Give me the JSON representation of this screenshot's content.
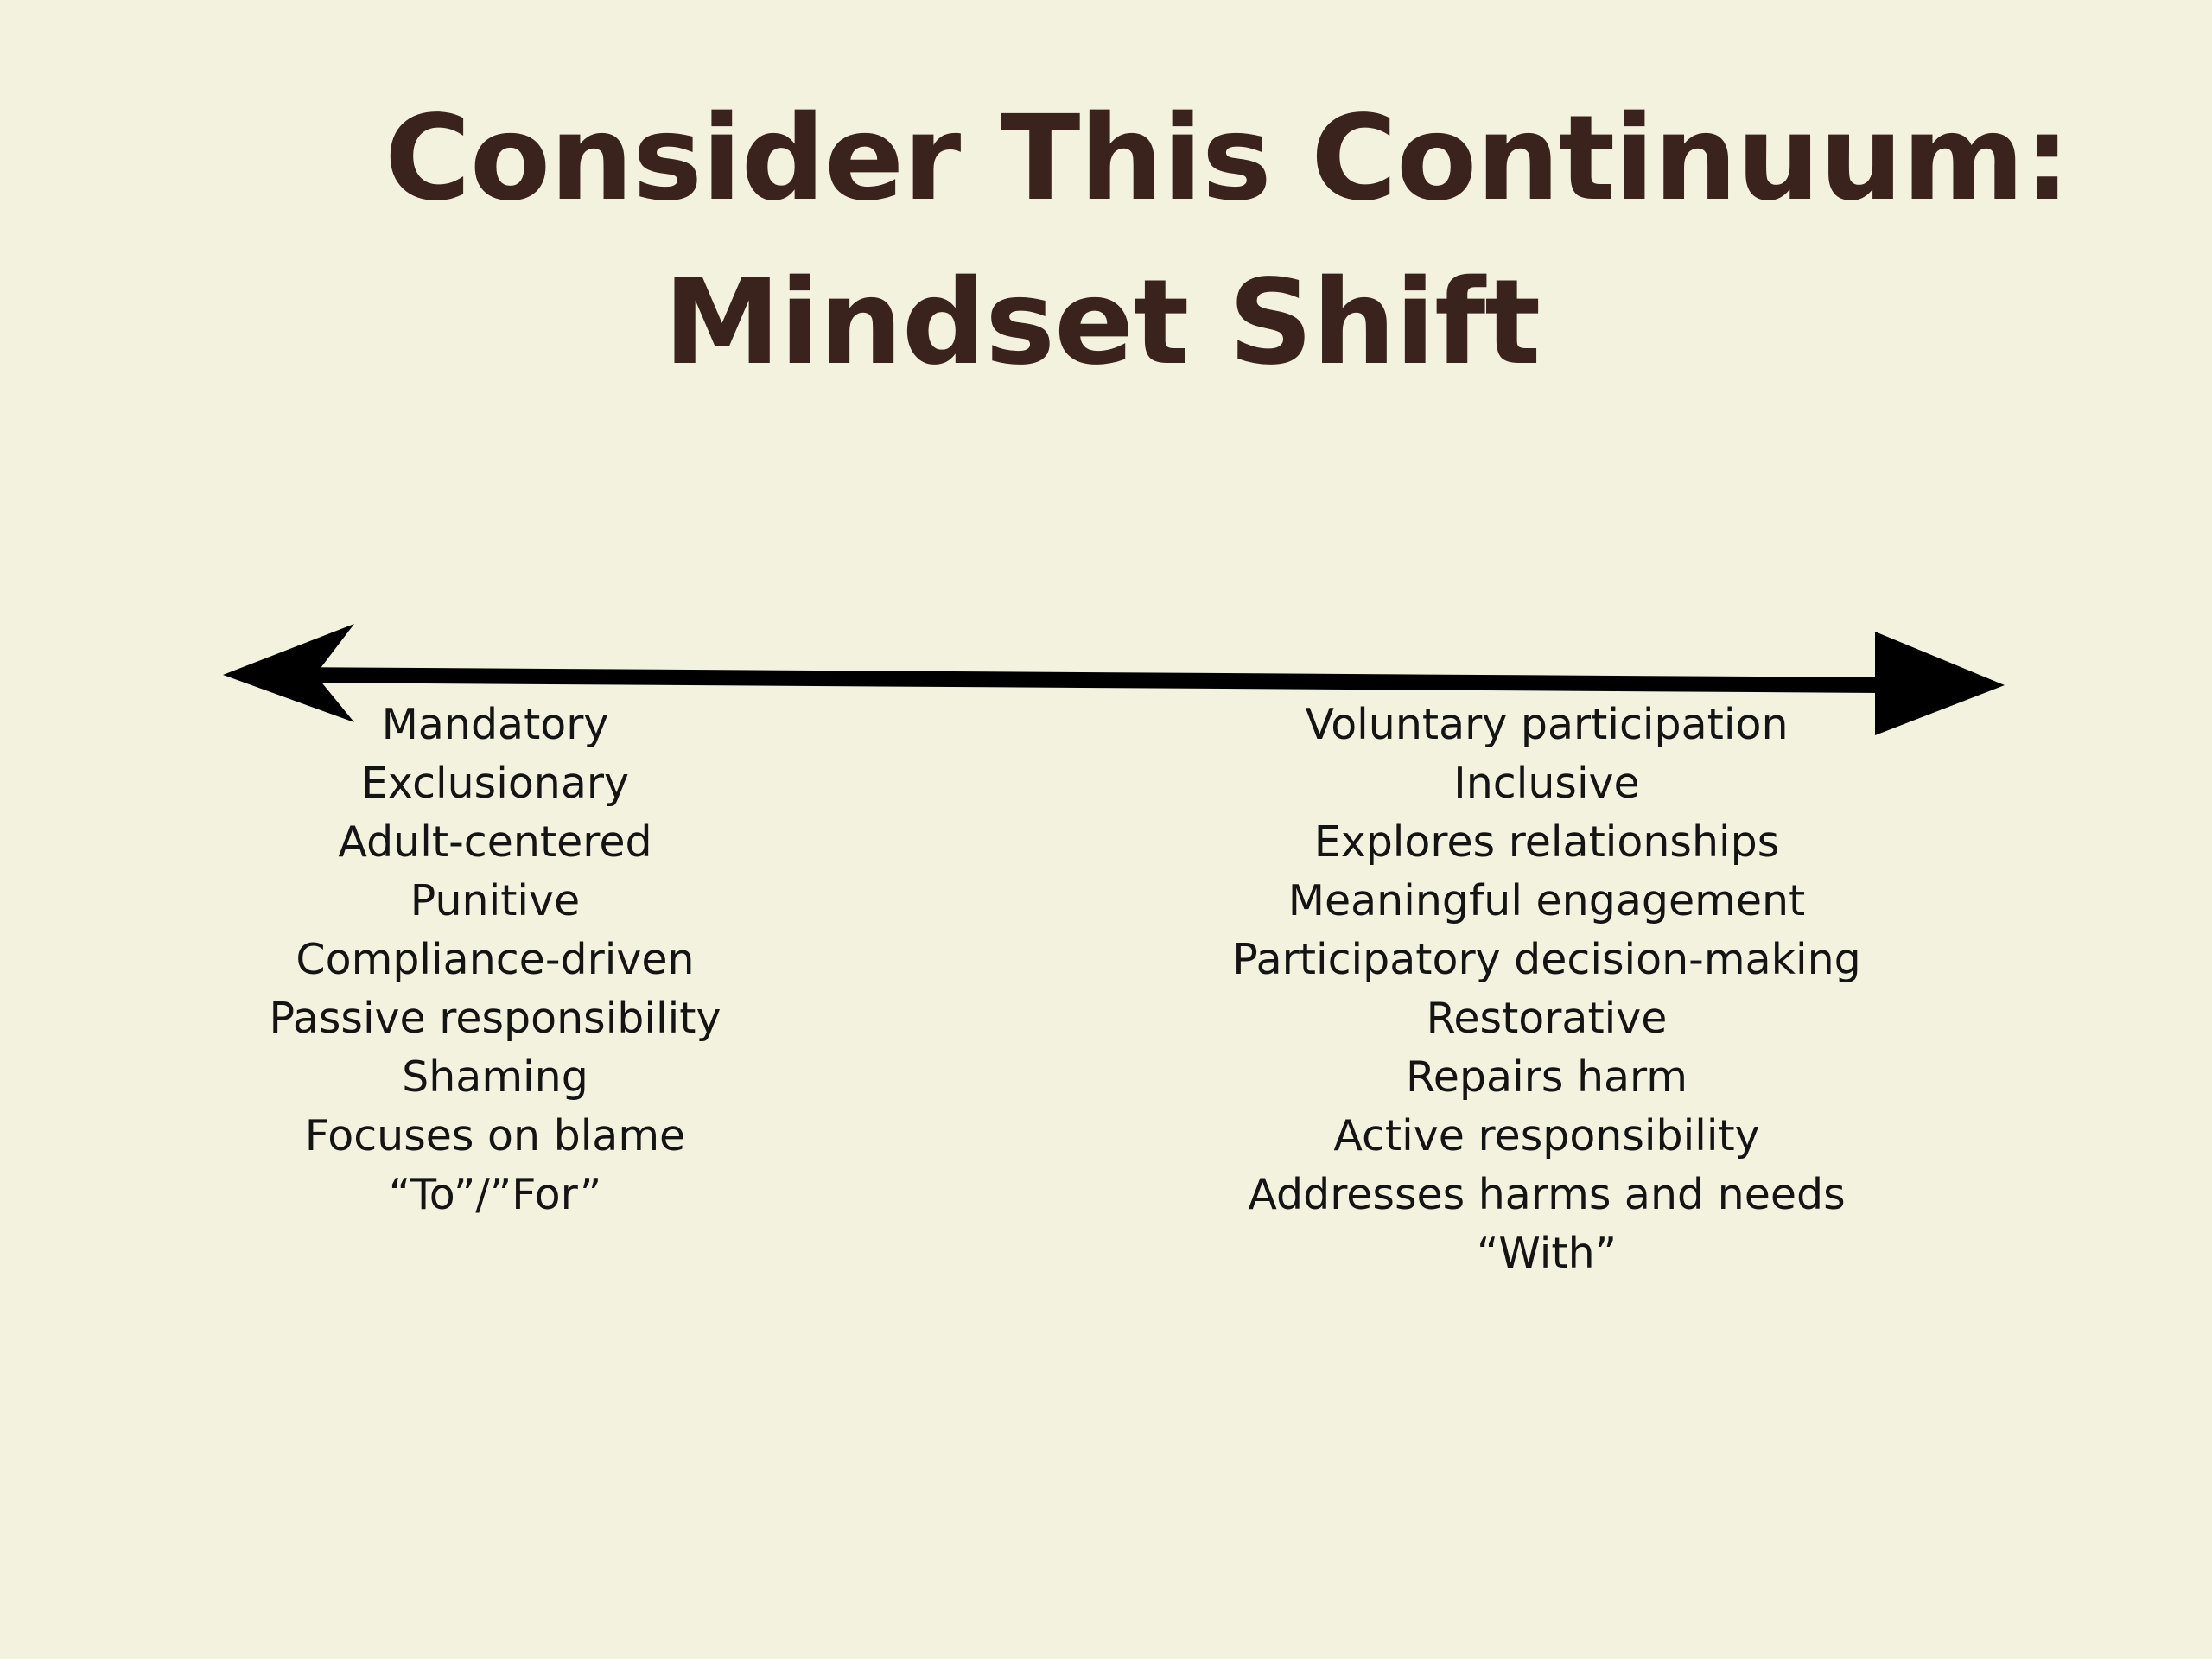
{
  "slide": {
    "title_line1": "Consider This Continuum:",
    "title_line2": "Mindset Shift"
  },
  "continuum": {
    "left": [
      "Mandatory",
      "Exclusionary",
      "Adult-centered",
      "Punitive",
      "Compliance-driven",
      "Passive responsibility",
      "Shaming",
      "Focuses on blame",
      "“To”/”For”"
    ],
    "right": [
      "Voluntary participation",
      "Inclusive",
      "Explores relationships",
      "Meaningful engagement",
      "Participatory decision-making",
      "Restorative",
      "Repairs harm",
      "Active responsibility",
      "Addresses harms and needs",
      "“With”"
    ]
  },
  "colors": {
    "background": "#f3f2df",
    "title": "#3a221d",
    "text": "#141414",
    "arrow": "#000000"
  },
  "icons": {
    "arrow": "double-headed-arrow-icon"
  }
}
